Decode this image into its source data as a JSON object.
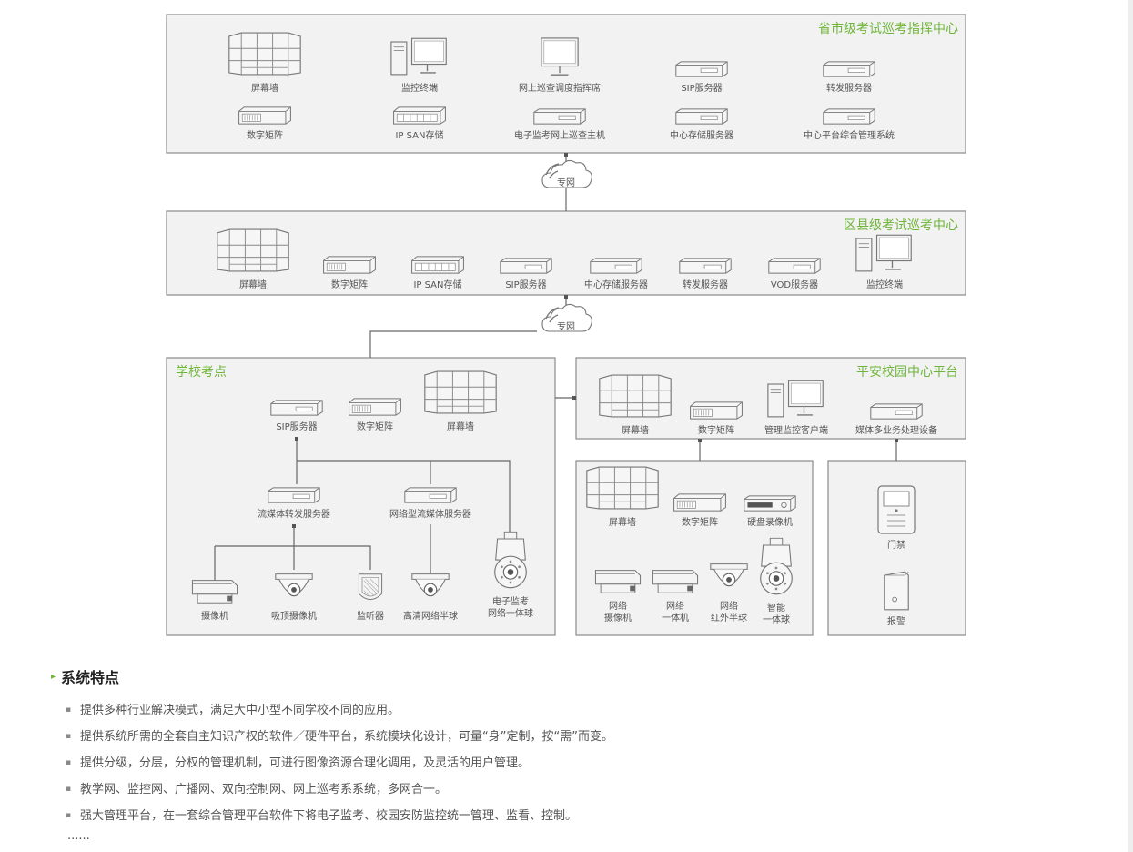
{
  "network_label": "专网",
  "provincial": {
    "title": "省市级考试巡考指挥中心",
    "row1": [
      {
        "icon": "video-wall-icon",
        "label": "屏幕墙"
      },
      {
        "icon": "monitor-terminal-icon",
        "label": "监控终端"
      },
      {
        "icon": "monitor-icon",
        "label": "网上巡查调度指挥席"
      },
      {
        "icon": "server-icon",
        "label": "SIP服务器"
      },
      {
        "icon": "server-icon",
        "label": "转发服务器"
      }
    ],
    "row2": [
      {
        "icon": "matrix-icon",
        "label": "数字矩阵"
      },
      {
        "icon": "storage-icon",
        "label": "IP SAN存储"
      },
      {
        "icon": "server-icon",
        "label": "电子监考网上巡查主机"
      },
      {
        "icon": "server-icon",
        "label": "中心存储服务器"
      },
      {
        "icon": "server-icon",
        "label": "中心平台综合管理系统"
      }
    ]
  },
  "county": {
    "title": "区县级考试巡考中心",
    "items": [
      {
        "icon": "video-wall-icon",
        "label": "屏幕墙"
      },
      {
        "icon": "matrix-icon",
        "label": "数字矩阵"
      },
      {
        "icon": "storage-icon",
        "label": "IP SAN存储"
      },
      {
        "icon": "server-icon",
        "label": "SIP服务器"
      },
      {
        "icon": "server-icon",
        "label": "中心存储服务器"
      },
      {
        "icon": "server-icon",
        "label": "转发服务器"
      },
      {
        "icon": "server-icon",
        "label": "VOD服务器"
      },
      {
        "icon": "monitor-terminal-icon",
        "label": "监控终端"
      }
    ]
  },
  "school": {
    "title": "学校考点",
    "top": [
      {
        "icon": "server-icon",
        "label": "SIP服务器"
      },
      {
        "icon": "matrix-icon",
        "label": "数字矩阵"
      },
      {
        "icon": "video-wall-icon",
        "label": "屏幕墙"
      }
    ],
    "middle": [
      {
        "icon": "server-icon",
        "label": "流媒体转发服务器"
      },
      {
        "icon": "server-icon",
        "label": "网络型流媒体服务器"
      }
    ],
    "bottom": [
      {
        "icon": "box-camera-icon",
        "label": "摄像机"
      },
      {
        "icon": "dome-camera-icon",
        "label": "吸顶摄像机"
      },
      {
        "icon": "listener-icon",
        "label": "监听器"
      },
      {
        "icon": "dome-camera-icon",
        "label": "高清网络半球"
      },
      {
        "icon": "ptz-camera-icon",
        "label": "电子监考",
        "label2": "网络一体球"
      }
    ]
  },
  "campus": {
    "title": "平安校园中心平台",
    "items": [
      {
        "icon": "video-wall-icon",
        "label": "屏幕墙"
      },
      {
        "icon": "matrix-icon",
        "label": "数字矩阵"
      },
      {
        "icon": "monitor-terminal-icon",
        "label": "管理监控客户端"
      },
      {
        "icon": "server-icon",
        "label": "媒体多业务处理设备"
      }
    ]
  },
  "campus_sub": {
    "top": [
      {
        "icon": "video-wall-icon",
        "label": "屏幕墙"
      },
      {
        "icon": "matrix-icon",
        "label": "数字矩阵"
      },
      {
        "icon": "dvr-icon",
        "label": "硬盘录像机"
      }
    ],
    "bottom": [
      {
        "icon": "box-camera-icon",
        "label": "网络",
        "label2": "摄像机"
      },
      {
        "icon": "box-camera-icon",
        "label": "网络",
        "label2": "一体机"
      },
      {
        "icon": "dome-camera-icon",
        "label": "网络",
        "label2": "红外半球"
      },
      {
        "icon": "ptz-camera-icon",
        "label": "智能",
        "label2": "一体球"
      }
    ]
  },
  "access": {
    "items": [
      {
        "icon": "door-access-icon",
        "label": "门禁"
      },
      {
        "icon": "alarm-icon",
        "label": "报警"
      }
    ]
  },
  "features": {
    "title": "系统特点",
    "items": [
      "提供多种行业解决模式，满足大中小型不同学校不同的应用。",
      "提供系统所需的全套自主知识产权的软件／硬件平台，系统模块化设计，可量“身”定制，按“需”而变。",
      "提供分级，分层，分权的管理机制，可进行图像资源合理化调用，及灵活的用户管理。",
      "教学网、监控网、广播网、双向控制网、网上巡考系系统，多网合一。",
      "强大管理平台，在一套综合管理平台软件下将电子监考、校园安防监控统一管理、监看、控制。"
    ],
    "ellipsis": "......"
  }
}
